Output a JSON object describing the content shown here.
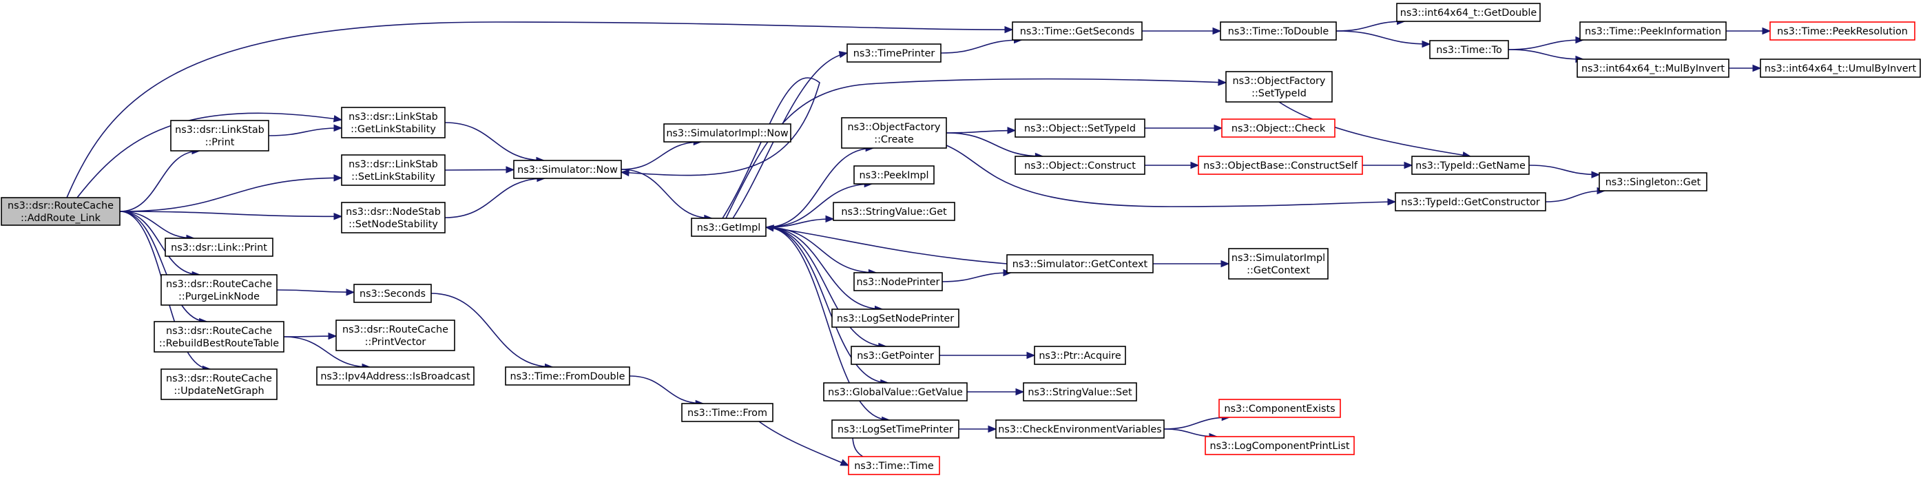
{
  "colors": {
    "edge": "#191970",
    "node_border": "#000000",
    "node_border_external": "#ff0000",
    "root_fill": "#bfbfbf",
    "node_fill": "#ffffff"
  },
  "nodes": [
    {
      "id": "n_addroute",
      "lines": [
        "ns3::dsr::RouteCache",
        "::AddRoute_Link"
      ],
      "style": "root"
    },
    {
      "id": "n_dsrlinkstab_print",
      "lines": [
        "ns3::dsr::LinkStab",
        "::Print"
      ],
      "style": "normal"
    },
    {
      "id": "n_getlinkstab",
      "lines": [
        "ns3::dsr::LinkStab",
        "::GetLinkStability"
      ],
      "style": "normal"
    },
    {
      "id": "n_setlinkstab",
      "lines": [
        "ns3::dsr::LinkStab",
        "::SetLinkStability"
      ],
      "style": "normal"
    },
    {
      "id": "n_setnodestab",
      "lines": [
        "ns3::dsr::NodeStab",
        "::SetNodeStability"
      ],
      "style": "normal"
    },
    {
      "id": "n_link_print",
      "lines": [
        "ns3::dsr::Link::Print"
      ],
      "style": "normal"
    },
    {
      "id": "n_purge",
      "lines": [
        "ns3::dsr::RouteCache",
        "::PurgeLinkNode"
      ],
      "style": "normal"
    },
    {
      "id": "n_rebuild",
      "lines": [
        "ns3::dsr::RouteCache",
        "::RebuildBestRouteTable"
      ],
      "style": "normal"
    },
    {
      "id": "n_updatenet",
      "lines": [
        "ns3::dsr::RouteCache",
        "::UpdateNetGraph"
      ],
      "style": "normal"
    },
    {
      "id": "n_printvector",
      "lines": [
        "ns3::dsr::RouteCache",
        "::PrintVector"
      ],
      "style": "normal"
    },
    {
      "id": "n_isbroadcast",
      "lines": [
        "ns3::Ipv4Address::IsBroadcast"
      ],
      "style": "normal"
    },
    {
      "id": "n_seconds",
      "lines": [
        "ns3::Seconds"
      ],
      "style": "normal"
    },
    {
      "id": "n_simnow",
      "lines": [
        "ns3::Simulator::Now"
      ],
      "style": "normal"
    },
    {
      "id": "n_simimplnow",
      "lines": [
        "ns3::SimulatorImpl::Now"
      ],
      "style": "normal"
    },
    {
      "id": "n_getimpl",
      "lines": [
        "ns3::GetImpl"
      ],
      "style": "normal"
    },
    {
      "id": "n_fromdouble",
      "lines": [
        "ns3::Time::FromDouble"
      ],
      "style": "normal"
    },
    {
      "id": "n_timefrom",
      "lines": [
        "ns3::Time::From"
      ],
      "style": "normal"
    },
    {
      "id": "n_timetime",
      "lines": [
        "ns3::Time::Time"
      ],
      "style": "external"
    },
    {
      "id": "n_timeprinter",
      "lines": [
        "ns3::TimePrinter"
      ],
      "style": "normal"
    },
    {
      "id": "n_ofcreate",
      "lines": [
        "ns3::ObjectFactory",
        "::Create"
      ],
      "style": "normal"
    },
    {
      "id": "n_peekimpl",
      "lines": [
        "ns3::PeekImpl"
      ],
      "style": "normal"
    },
    {
      "id": "n_strvalget",
      "lines": [
        "ns3::StringValue::Get"
      ],
      "style": "normal"
    },
    {
      "id": "n_nodeprinter",
      "lines": [
        "ns3::NodePrinter"
      ],
      "style": "normal"
    },
    {
      "id": "n_logsetnode",
      "lines": [
        "ns3::LogSetNodePrinter"
      ],
      "style": "normal"
    },
    {
      "id": "n_getpointer",
      "lines": [
        "ns3::GetPointer"
      ],
      "style": "normal"
    },
    {
      "id": "n_gvgetvalue",
      "lines": [
        "ns3::GlobalValue::GetValue"
      ],
      "style": "normal"
    },
    {
      "id": "n_logsettime",
      "lines": [
        "ns3::LogSetTimePrinter"
      ],
      "style": "normal"
    },
    {
      "id": "n_getseconds",
      "lines": [
        "ns3::Time::GetSeconds"
      ],
      "style": "normal"
    },
    {
      "id": "n_setsettypeid_o",
      "lines": [
        "ns3::Object::SetTypeId"
      ],
      "style": "normal"
    },
    {
      "id": "n_objconstruct",
      "lines": [
        "ns3::Object::Construct"
      ],
      "style": "normal"
    },
    {
      "id": "n_simgetctx",
      "lines": [
        "ns3::Simulator::GetContext"
      ],
      "style": "normal"
    },
    {
      "id": "n_ptracquire",
      "lines": [
        "ns3::Ptr::Acquire"
      ],
      "style": "normal"
    },
    {
      "id": "n_strvalset",
      "lines": [
        "ns3::StringValue::Set"
      ],
      "style": "normal"
    },
    {
      "id": "n_checkenv",
      "lines": [
        "ns3::CheckEnvironmentVariables"
      ],
      "style": "normal"
    },
    {
      "id": "n_todouble",
      "lines": [
        "ns3::Time::ToDouble"
      ],
      "style": "normal"
    },
    {
      "id": "n_ofsettypeid",
      "lines": [
        "ns3::ObjectFactory",
        "::SetTypeId"
      ],
      "style": "normal"
    },
    {
      "id": "n_objcheck",
      "lines": [
        "ns3::Object::Check"
      ],
      "style": "external"
    },
    {
      "id": "n_constructself",
      "lines": [
        "ns3::ObjectBase::ConstructSelf"
      ],
      "style": "external"
    },
    {
      "id": "n_simimplctx",
      "lines": [
        "ns3::SimulatorImpl",
        "::GetContext"
      ],
      "style": "normal"
    },
    {
      "id": "n_compexists",
      "lines": [
        "ns3::ComponentExists"
      ],
      "style": "external"
    },
    {
      "id": "n_logcomplist",
      "lines": [
        "ns3::LogComponentPrintList"
      ],
      "style": "external"
    },
    {
      "id": "n_getdouble",
      "lines": [
        "ns3::int64x64_t::GetDouble"
      ],
      "style": "normal"
    },
    {
      "id": "n_timeto",
      "lines": [
        "ns3::Time::To"
      ],
      "style": "normal"
    },
    {
      "id": "n_typeidgetname",
      "lines": [
        "ns3::TypeId::GetName"
      ],
      "style": "normal"
    },
    {
      "id": "n_typeidgetctor",
      "lines": [
        "ns3::TypeId::GetConstructor"
      ],
      "style": "normal"
    },
    {
      "id": "n_peekinfo",
      "lines": [
        "ns3::Time::PeekInformation"
      ],
      "style": "normal"
    },
    {
      "id": "n_mulbyinvert",
      "lines": [
        "ns3::int64x64_t::MulByInvert"
      ],
      "style": "normal"
    },
    {
      "id": "n_singletonget",
      "lines": [
        "ns3::Singleton::Get"
      ],
      "style": "normal"
    },
    {
      "id": "n_peekres",
      "lines": [
        "ns3::Time::PeekResolution"
      ],
      "style": "external"
    },
    {
      "id": "n_umulbyinvert",
      "lines": [
        "ns3::int64x64_t::UmulByInvert"
      ],
      "style": "normal"
    }
  ],
  "edges": [
    [
      "n_addroute",
      "n_getseconds"
    ],
    [
      "n_addroute",
      "n_getlinkstab"
    ],
    [
      "n_addroute",
      "n_dsrlinkstab_print"
    ],
    [
      "n_addroute",
      "n_setlinkstab"
    ],
    [
      "n_addroute",
      "n_setnodestab"
    ],
    [
      "n_addroute",
      "n_link_print"
    ],
    [
      "n_addroute",
      "n_purge"
    ],
    [
      "n_addroute",
      "n_rebuild"
    ],
    [
      "n_addroute",
      "n_updatenet"
    ],
    [
      "n_dsrlinkstab_print",
      "n_getlinkstab"
    ],
    [
      "n_getlinkstab",
      "n_simnow"
    ],
    [
      "n_setlinkstab",
      "n_simnow"
    ],
    [
      "n_setnodestab",
      "n_simnow"
    ],
    [
      "n_purge",
      "n_seconds"
    ],
    [
      "n_rebuild",
      "n_printvector"
    ],
    [
      "n_rebuild",
      "n_isbroadcast"
    ],
    [
      "n_seconds",
      "n_fromdouble"
    ],
    [
      "n_fromdouble",
      "n_timefrom"
    ],
    [
      "n_timefrom",
      "n_timetime"
    ],
    [
      "n_simnow",
      "n_simimplnow"
    ],
    [
      "n_simnow",
      "n_getimpl"
    ],
    [
      "n_getimpl",
      "n_timeprinter"
    ],
    [
      "n_getimpl",
      "n_ofcreate"
    ],
    [
      "n_getimpl",
      "n_peekimpl"
    ],
    [
      "n_getimpl",
      "n_strvalget"
    ],
    [
      "n_getimpl",
      "n_nodeprinter"
    ],
    [
      "n_getimpl",
      "n_logsetnode"
    ],
    [
      "n_getimpl",
      "n_getpointer"
    ],
    [
      "n_getimpl",
      "n_gvgetvalue"
    ],
    [
      "n_getimpl",
      "n_logsettime"
    ],
    [
      "n_getimpl",
      "n_ofsettypeid"
    ],
    [
      "n_getimpl",
      "n_simnow"
    ],
    [
      "n_timeprinter",
      "n_getseconds"
    ],
    [
      "n_ofcreate",
      "n_setsettypeid_o"
    ],
    [
      "n_ofcreate",
      "n_objconstruct"
    ],
    [
      "n_ofcreate",
      "n_typeidgetctor"
    ],
    [
      "n_nodeprinter",
      "n_simgetctx"
    ],
    [
      "n_simgetctx",
      "n_getimpl"
    ],
    [
      "n_simgetctx",
      "n_simimplctx"
    ],
    [
      "n_getpointer",
      "n_ptracquire"
    ],
    [
      "n_gvgetvalue",
      "n_strvalset"
    ],
    [
      "n_logsettime",
      "n_checkenv"
    ],
    [
      "n_logsettime",
      "n_timetime"
    ],
    [
      "n_checkenv",
      "n_compexists"
    ],
    [
      "n_checkenv",
      "n_logcomplist"
    ],
    [
      "n_getseconds",
      "n_todouble"
    ],
    [
      "n_todouble",
      "n_getdouble"
    ],
    [
      "n_todouble",
      "n_timeto"
    ],
    [
      "n_timeto",
      "n_peekinfo"
    ],
    [
      "n_timeto",
      "n_mulbyinvert"
    ],
    [
      "n_peekinfo",
      "n_peekres"
    ],
    [
      "n_mulbyinvert",
      "n_umulbyinvert"
    ],
    [
      "n_setsettypeid_o",
      "n_objcheck"
    ],
    [
      "n_objconstruct",
      "n_constructself"
    ],
    [
      "n_constructself",
      "n_typeidgetname"
    ],
    [
      "n_ofsettypeid",
      "n_typeidgetname"
    ],
    [
      "n_typeidgetname",
      "n_singletonget"
    ],
    [
      "n_typeidgetctor",
      "n_singletonget"
    ]
  ]
}
